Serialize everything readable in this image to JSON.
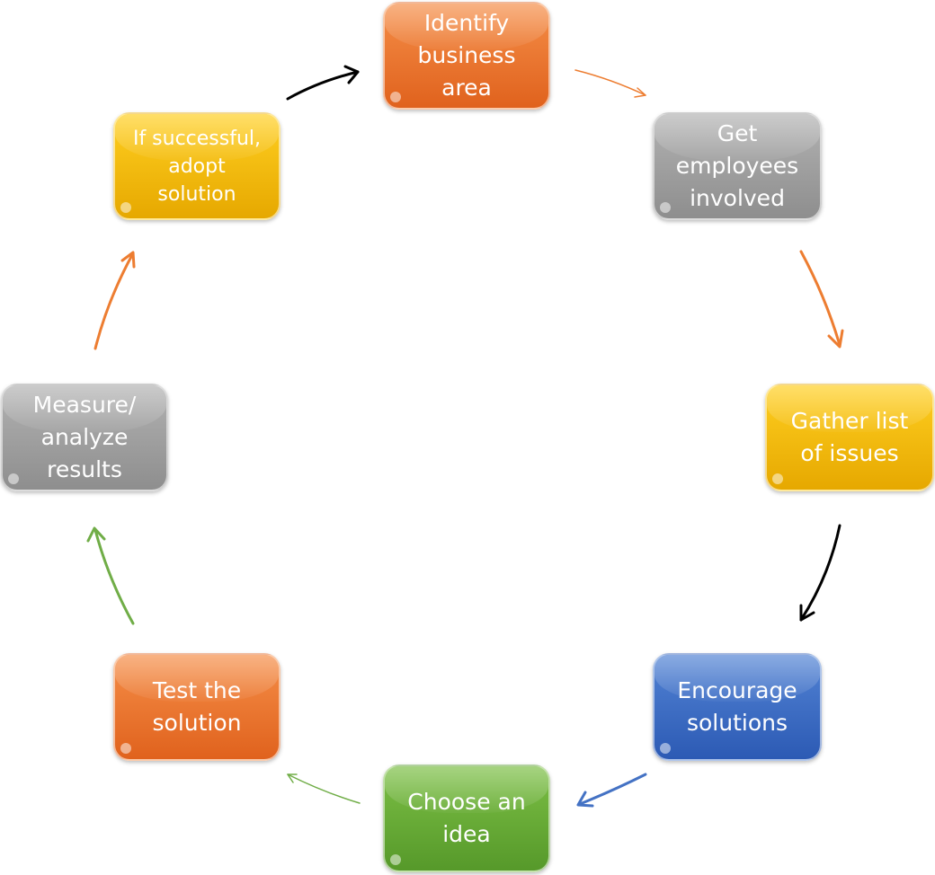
{
  "steps": [
    {
      "id": "identify",
      "label": "Identify\nbusiness\narea",
      "color": "#e8732a"
    },
    {
      "id": "get",
      "label": "Get\nemployees\ninvolved",
      "color": "#a0a0a0"
    },
    {
      "id": "gather",
      "label": "Gather list\nof issues",
      "color": "#f5bd0a"
    },
    {
      "id": "encourage",
      "label": "Encourage\nsolutions",
      "color": "#3d6ec6"
    },
    {
      "id": "choose",
      "label": "Choose an\nidea",
      "color": "#68ad37"
    },
    {
      "id": "test",
      "label": "Test the\nsolution",
      "color": "#e8732a"
    },
    {
      "id": "measure",
      "label": "Measure/\nanalyze\nresults",
      "color": "#a0a0a0"
    },
    {
      "id": "adopt",
      "label": "If successful,\nadopt\nsolution",
      "color": "#f5bd0a"
    }
  ],
  "arrows": [
    {
      "from": "identify",
      "to": "get",
      "color": "#ed7d31"
    },
    {
      "from": "get",
      "to": "gather",
      "color": "#ed7d31"
    },
    {
      "from": "gather",
      "to": "encourage",
      "color": "#000000"
    },
    {
      "from": "encourage",
      "to": "choose",
      "color": "#4472c4"
    },
    {
      "from": "choose",
      "to": "test",
      "color": "#70ad47"
    },
    {
      "from": "test",
      "to": "measure",
      "color": "#70ad47"
    },
    {
      "from": "measure",
      "to": "adopt",
      "color": "#ed7d31"
    },
    {
      "from": "adopt",
      "to": "identify",
      "color": "#000000"
    }
  ]
}
